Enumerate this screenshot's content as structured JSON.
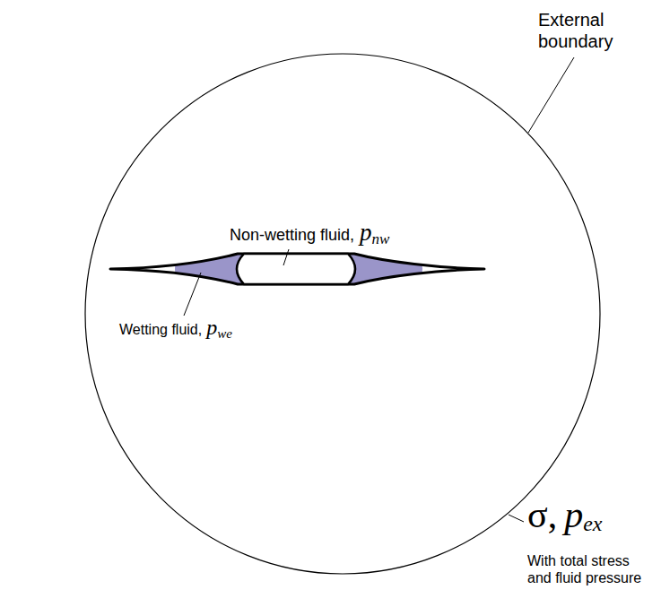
{
  "diagram": {
    "labels": [
      "External boundary",
      "Non-wetting fluid,",
      "p",
      "nw",
      "Wetting fluid,",
      "p",
      "we",
      "σ,",
      "p",
      "ex",
      "With total stress and fluid pressure"
    ]
  }
}
